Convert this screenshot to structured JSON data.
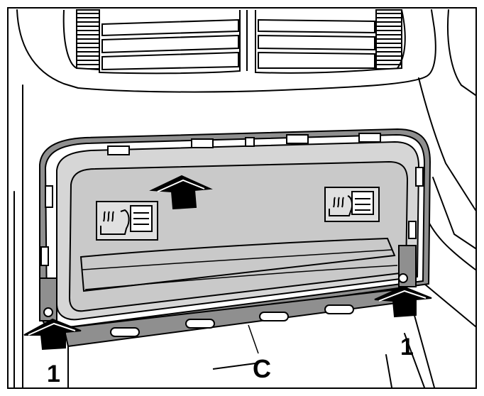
{
  "callouts": {
    "clip_left": "1",
    "clip_right": "1",
    "trim_strip": "C"
  },
  "colors": {
    "line": "#000000",
    "panel_face": "#c9c9c9",
    "panel_frame": "#8f8f8f",
    "background": "#ffffff"
  },
  "icons": {
    "left_button": "seat-heater-icon",
    "right_button": "seat-heater-icon",
    "push_arrows": "up-arrow-icon"
  }
}
